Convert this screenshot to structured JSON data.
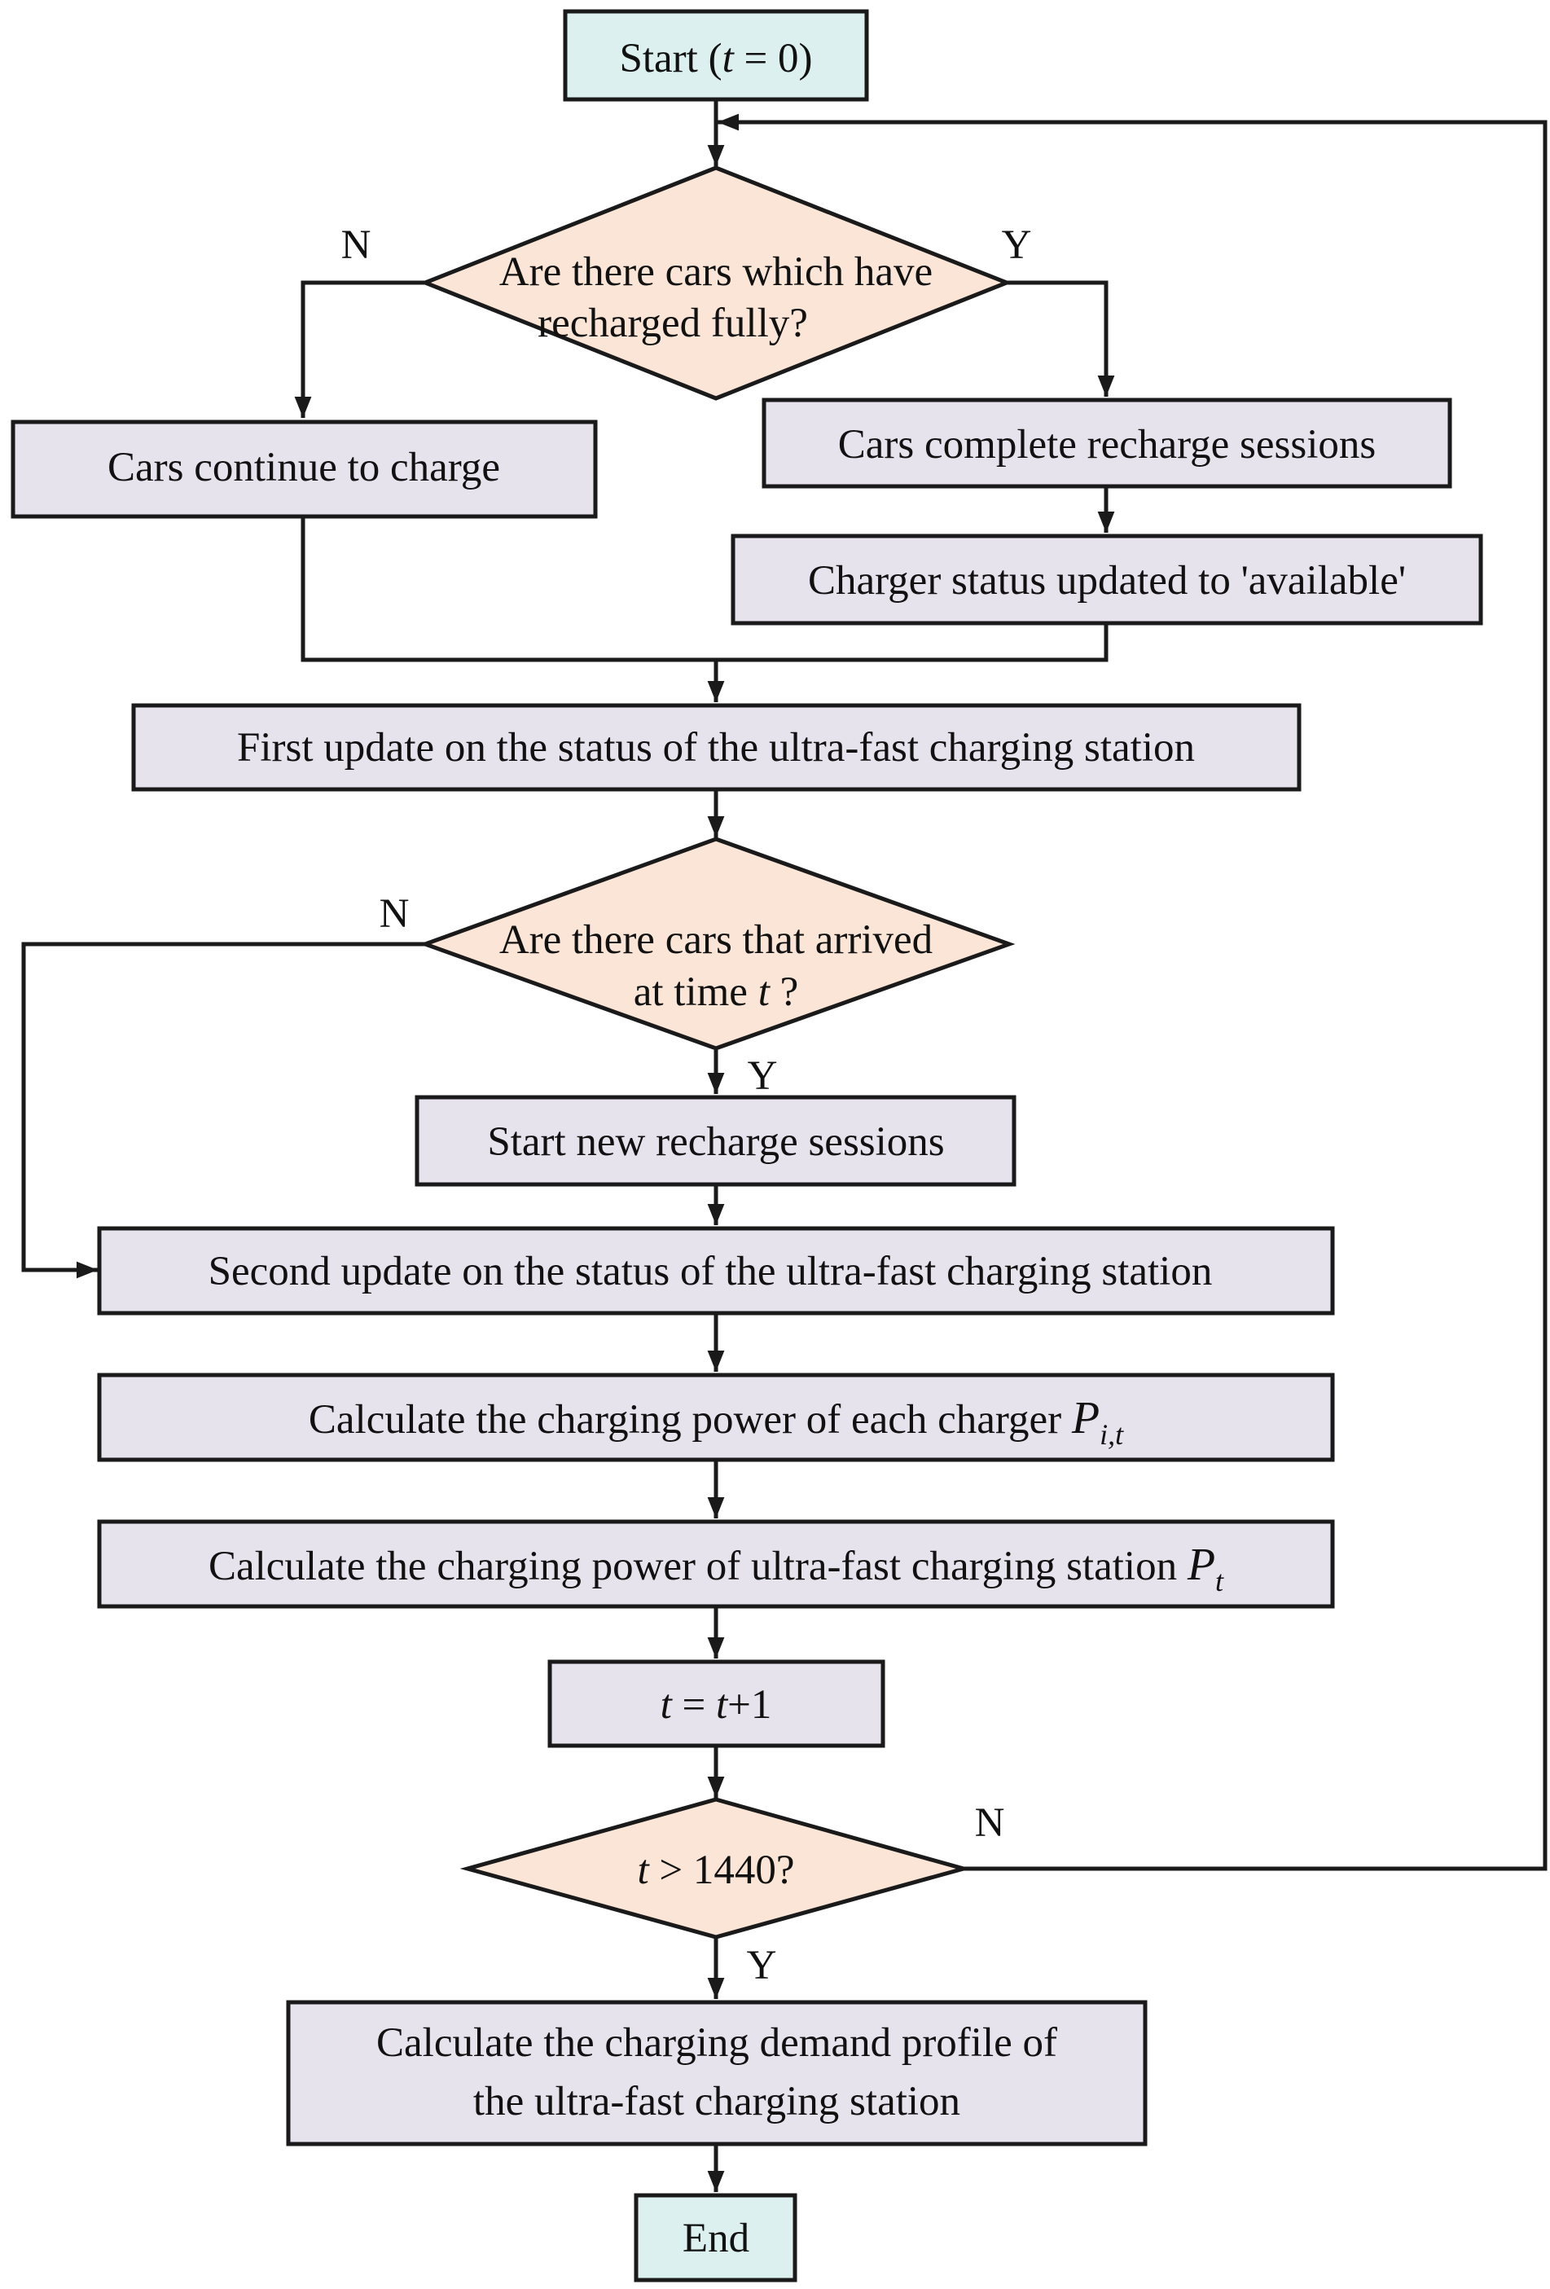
{
  "nodes": {
    "start": {
      "pre": "Start (",
      "var": "t",
      "post": " = 0)"
    },
    "check_full": {
      "line1": "Are there cars which have",
      "line2": "recharged fully?"
    },
    "continue_charge": {
      "label": "Cars continue to charge"
    },
    "complete_sessions": {
      "label": "Cars complete recharge sessions"
    },
    "charger_available": {
      "label": "Charger status updated to 'available'"
    },
    "first_update": {
      "label": "First update on the status of the ultra-fast charging station"
    },
    "check_arrived": {
      "line1": "Are there cars that arrived",
      "line2_pre": "at time ",
      "line2_var": "t",
      "line2_post": " ?"
    },
    "start_sessions": {
      "label": "Start new recharge sessions"
    },
    "second_update": {
      "label": "Second update on the status of the ultra-fast charging station"
    },
    "calc_charger_power": {
      "label": "Calculate the charging power of each charger ",
      "symbol": "P",
      "subscript": "i,t"
    },
    "calc_station_power": {
      "label": "Calculate the charging power of ultra-fast charging station ",
      "symbol": "P",
      "subscript": "t"
    },
    "increment": {
      "var1": "t",
      "mid": " = ",
      "var2": "t",
      "post": "+1"
    },
    "check_time": {
      "var": "t",
      "post": " > 1440?"
    },
    "calc_profile": {
      "line1": "Calculate the charging demand profile of",
      "line2": "the ultra-fast charging station"
    },
    "end": {
      "label": "End"
    }
  },
  "edge_labels": {
    "full_no": "N",
    "full_yes": "Y",
    "arrived_no": "N",
    "arrived_yes": "Y",
    "time_no": "N",
    "time_yes": "Y"
  },
  "colors": {
    "process_fill": "#e6e3ed",
    "terminal_fill": "#dbf0ef",
    "decision_fill": "#fbe5d6",
    "stroke": "#1a1a1a"
  }
}
